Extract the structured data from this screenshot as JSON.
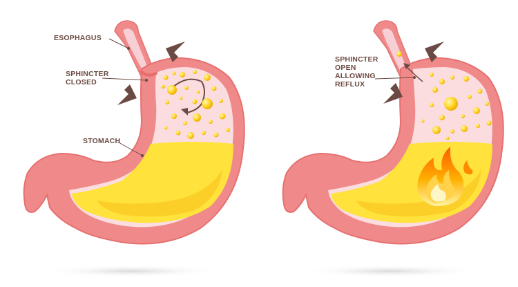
{
  "labels": {
    "esophagus": "ESOPHAGUS",
    "sphincter_closed": "SPHINCTER\nCLOSED",
    "stomach": "STOMACH",
    "sphincter_open": "SPHINCTER\nOPEN\nALLOWING\nREFLUX"
  },
  "colors": {
    "stomach_wall": "#f08a8a",
    "wall_outline": "#e87272",
    "inner_lining": "#fbdde0",
    "acid": "#ffe03a",
    "acid_dark": "#f4b400",
    "arrow": "#6b4a43",
    "flame": "#ff7a00"
  },
  "icons": [
    "arrow-icon",
    "flame-icon",
    "bubble-icon"
  ]
}
